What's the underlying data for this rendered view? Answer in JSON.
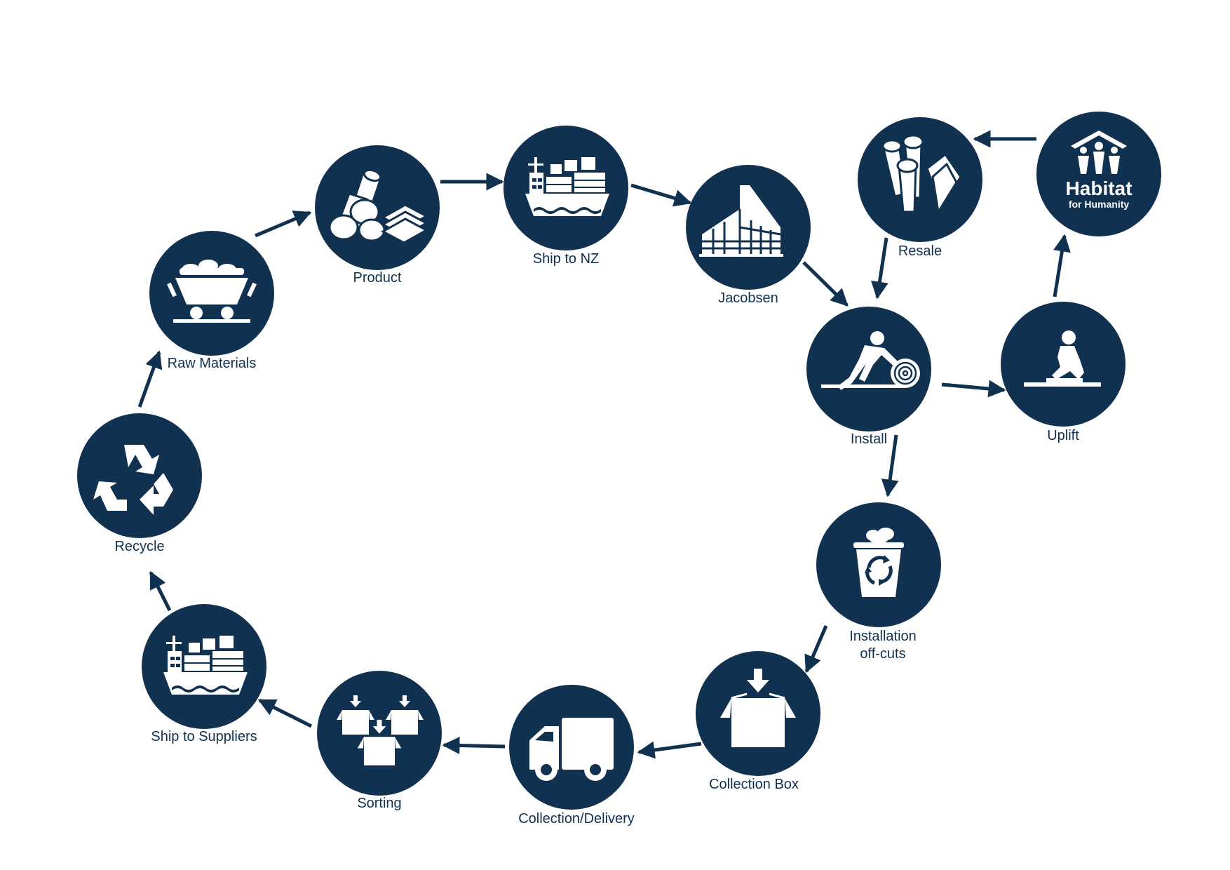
{
  "colors": {
    "node": "#10314f",
    "arrow": "#10314f",
    "icon": "#ffffff",
    "label": "#10314f"
  },
  "nodes": [
    {
      "id": "raw-materials",
      "label": "Raw Materials",
      "icon": "mine-cart-icon"
    },
    {
      "id": "product",
      "label": "Product",
      "icon": "rolls-and-sheets-icon"
    },
    {
      "id": "ship-to-nz",
      "label": "Ship to NZ",
      "icon": "cargo-ship-icon"
    },
    {
      "id": "jacobsen",
      "label": "Jacobsen",
      "icon": "warehouse-icon"
    },
    {
      "id": "install",
      "label": "Install",
      "icon": "person-rolling-carpet-icon"
    },
    {
      "id": "resale",
      "label": "Resale",
      "icon": "rolls-and-tiles-icon"
    },
    {
      "id": "habitat",
      "label": "",
      "icon": "habitat-for-humanity-logo",
      "logo_text": [
        "Habitat",
        "for Humanity"
      ]
    },
    {
      "id": "uplift",
      "label": "Uplift",
      "icon": "person-kneeling-icon"
    },
    {
      "id": "installation-off-cuts",
      "label": "Installation\noff-cuts",
      "icon": "recycle-bin-icon"
    },
    {
      "id": "collection-box",
      "label": "Collection Box",
      "icon": "box-down-arrow-icon"
    },
    {
      "id": "collection-delivery",
      "label": "Collection/Delivery",
      "icon": "delivery-van-icon"
    },
    {
      "id": "sorting",
      "label": "Sorting",
      "icon": "boxes-sorting-icon"
    },
    {
      "id": "ship-to-suppliers",
      "label": "Ship to Suppliers",
      "icon": "cargo-ship-icon"
    },
    {
      "id": "recycle",
      "label": "Recycle",
      "icon": "recycle-symbol-icon"
    }
  ],
  "edges": [
    {
      "from": "recycle",
      "to": "raw-materials"
    },
    {
      "from": "raw-materials",
      "to": "product"
    },
    {
      "from": "product",
      "to": "ship-to-nz"
    },
    {
      "from": "ship-to-nz",
      "to": "jacobsen"
    },
    {
      "from": "jacobsen",
      "to": "install"
    },
    {
      "from": "install",
      "to": "uplift"
    },
    {
      "from": "uplift",
      "to": "habitat"
    },
    {
      "from": "habitat",
      "to": "resale"
    },
    {
      "from": "resale",
      "to": "install"
    },
    {
      "from": "install",
      "to": "installation-off-cuts"
    },
    {
      "from": "installation-off-cuts",
      "to": "collection-box"
    },
    {
      "from": "collection-box",
      "to": "collection-delivery"
    },
    {
      "from": "collection-delivery",
      "to": "sorting"
    },
    {
      "from": "sorting",
      "to": "ship-to-suppliers"
    },
    {
      "from": "ship-to-suppliers",
      "to": "recycle"
    }
  ]
}
